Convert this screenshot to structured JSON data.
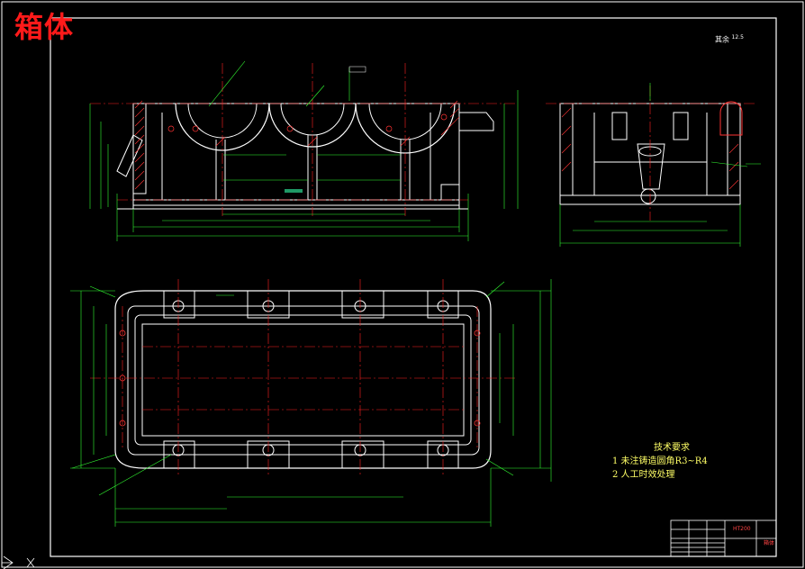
{
  "drawing": {
    "title": "箱体",
    "roughness_note": "其余",
    "roughness_value": "12.5",
    "tech_requirements": {
      "heading": "技术要求",
      "items": [
        "1   未注铸造圆角R3~R4",
        "2   人工时效处理"
      ]
    },
    "title_block": {
      "material": "HT200",
      "part_name": "箱体"
    },
    "colors": {
      "background": "#000000",
      "outline": "#ffffff",
      "centerline": "#ff2020",
      "dimension": "#33ff33",
      "hatch": "#ff3333",
      "title": "#ff1a1a"
    },
    "icons": [
      "ucs-axis-icon"
    ]
  }
}
